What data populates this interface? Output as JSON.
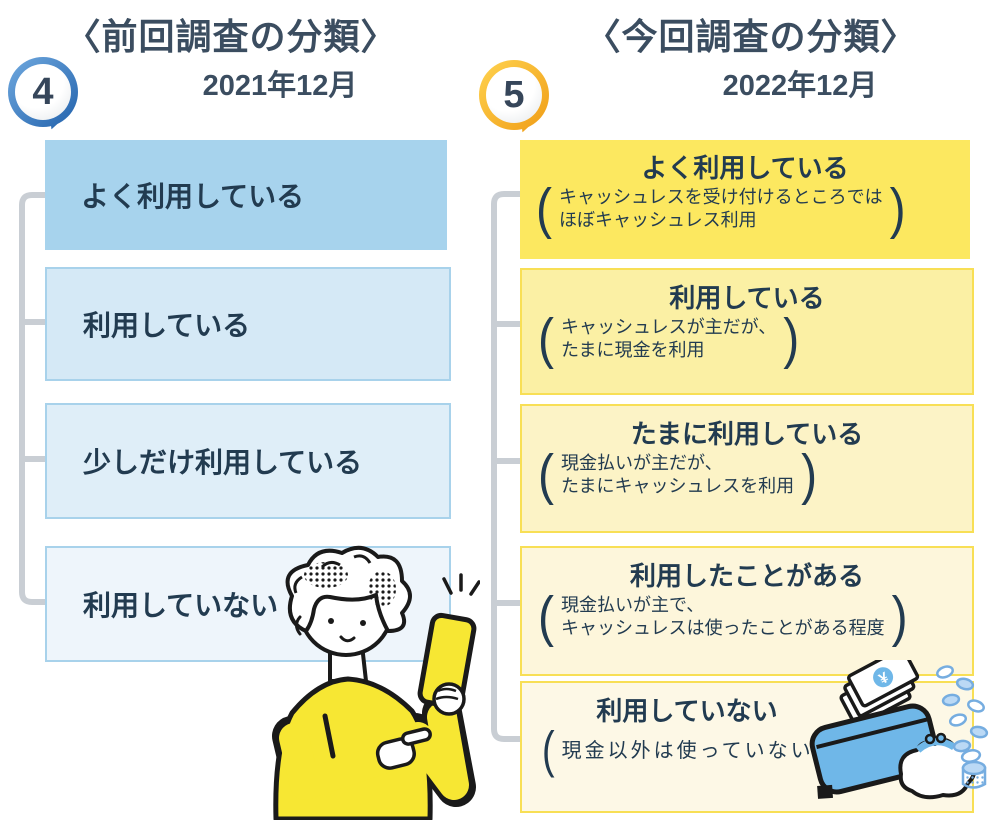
{
  "left_panel": {
    "badge_number": "4",
    "title": "〈前回調査の分類〉",
    "subtitle": "2021年12月",
    "items": [
      {
        "label": "よく利用している"
      },
      {
        "label": "利用している"
      },
      {
        "label": "少しだけ利用している"
      },
      {
        "label": "利用していない"
      }
    ]
  },
  "right_panel": {
    "badge_number": "5",
    "title": "〈今回調査の分類〉",
    "subtitle": "2022年12月",
    "items": [
      {
        "label": "よく利用している",
        "note_lines": [
          "キャッシュレスを受け付けるところでは",
          "ほぼキャッシュレス利用"
        ]
      },
      {
        "label": "利用している",
        "note_lines": [
          "キャッシュレスが主だが、",
          "たまに現金を利用"
        ]
      },
      {
        "label": "たまに利用している",
        "note_lines": [
          "現金払いが主だが、",
          "たまにキャッシュレスを利用"
        ]
      },
      {
        "label": "利用したことがある",
        "note_lines": [
          "現金払いが主で、",
          "キャッシュレスは使ったことがある程度"
        ]
      },
      {
        "label": "利用していない",
        "note_lines": [
          "現金以外は使っていない"
        ]
      }
    ]
  },
  "icons": {
    "person_illustration": "person-tapping-smartphone",
    "wallet_illustration": "wallet-banknotes-coins-purse",
    "yen_symbol": "¥"
  },
  "colors": {
    "text_dark": "#223B50",
    "title_dark": "#3B4D60",
    "blue_box_solid": "#A7D3ED",
    "blue_box_border": "#A8D2EB",
    "yellow_box_solid": "#FCE860",
    "yellow_box_border": "#F8DF55",
    "connector_gray": "#C9CED4",
    "badge_blue": "#2E6DB4",
    "badge_orange": "#F2A51F",
    "illustration_yellow": "#F7E733",
    "illustration_blue": "#6FB7E8"
  }
}
